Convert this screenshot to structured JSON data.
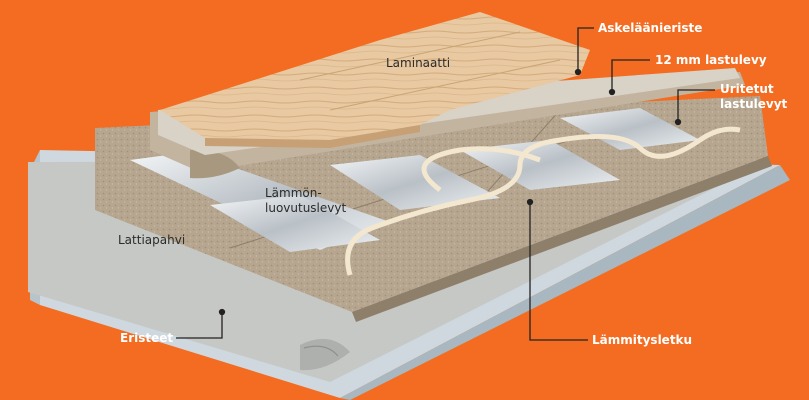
{
  "colors": {
    "background": "#f36c21",
    "insulation": "#cfd8de",
    "asphalt_paper": "#c4c6c3",
    "chipboard": "#b6a690",
    "aluminium": "#dfe3e6",
    "pex_pipe": "#f3e7cf",
    "laminate": "#e8c9a1",
    "leader_line": "#222222"
  },
  "labels": {
    "laminate": "Laminaatti",
    "underlay": "Askeläänieriste",
    "chipboard": "12 mm lastulevy",
    "grooved_line1": "Uritetut",
    "grooved_line2": "lastulevyt",
    "heat_plates_line1": "Lämmön-",
    "heat_plates_line2": "luovutuslevyt",
    "asphalt_paper": "Lattiapahvi",
    "insulation": "Eristeet",
    "heating_pipe": "Lämmitysletku"
  }
}
